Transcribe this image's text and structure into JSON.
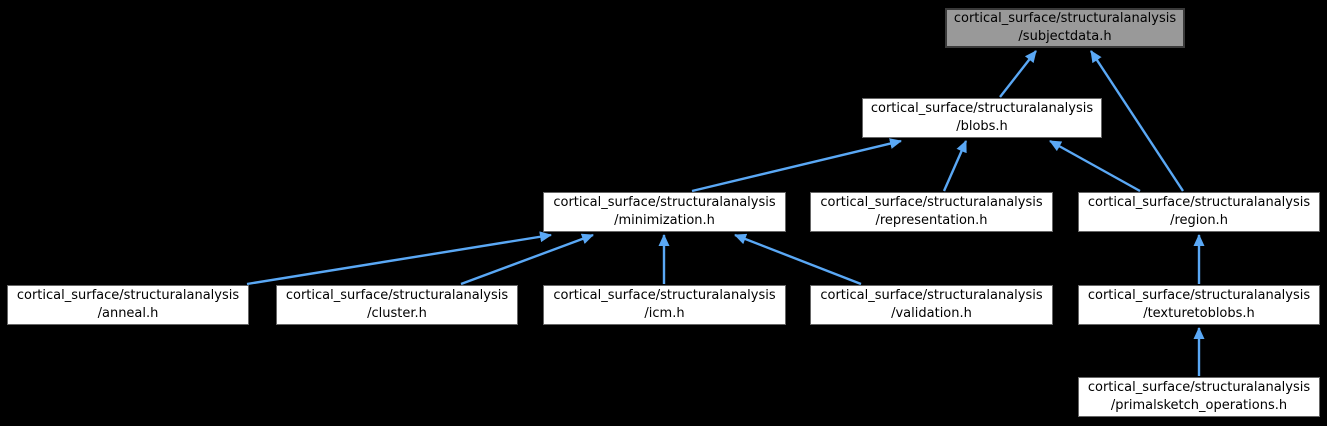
{
  "diagram": {
    "type": "include-dependency-graph",
    "background_color": "#000000",
    "edge_color": "#5aa8f5",
    "node_fill": "#ffffff",
    "node_border": "#666666",
    "highlighted_node_fill": "#999999",
    "highlighted_node_border": "#3a3a3a",
    "text_color": "#000000"
  },
  "nodes": [
    {
      "id": "subjectdata",
      "line1": "cortical_surface/structuralanalysis",
      "line2": "/subjectdata.h",
      "highlighted": true
    },
    {
      "id": "blobs",
      "line1": "cortical_surface/structuralanalysis",
      "line2": "/blobs.h",
      "highlighted": false
    },
    {
      "id": "minimization",
      "line1": "cortical_surface/structuralanalysis",
      "line2": "/minimization.h",
      "highlighted": false
    },
    {
      "id": "representation",
      "line1": "cortical_surface/structuralanalysis",
      "line2": "/representation.h",
      "highlighted": false
    },
    {
      "id": "region",
      "line1": "cortical_surface/structuralanalysis",
      "line2": "/region.h",
      "highlighted": false
    },
    {
      "id": "anneal",
      "line1": "cortical_surface/structuralanalysis",
      "line2": "/anneal.h",
      "highlighted": false
    },
    {
      "id": "cluster",
      "line1": "cortical_surface/structuralanalysis",
      "line2": "/cluster.h",
      "highlighted": false
    },
    {
      "id": "icm",
      "line1": "cortical_surface/structuralanalysis",
      "line2": "/icm.h",
      "highlighted": false
    },
    {
      "id": "validation",
      "line1": "cortical_surface/structuralanalysis",
      "line2": "/validation.h",
      "highlighted": false
    },
    {
      "id": "texturetoblobs",
      "line1": "cortical_surface/structuralanalysis",
      "line2": "/texturetoblobs.h",
      "highlighted": false
    },
    {
      "id": "primalsketch_operations",
      "line1": "cortical_surface/structuralanalysis",
      "line2": "/primalsketch_operations.h",
      "highlighted": false
    }
  ],
  "edges": [
    {
      "from": "blobs",
      "to": "subjectdata"
    },
    {
      "from": "region",
      "to": "subjectdata"
    },
    {
      "from": "minimization",
      "to": "blobs"
    },
    {
      "from": "representation",
      "to": "blobs"
    },
    {
      "from": "region",
      "to": "blobs"
    },
    {
      "from": "anneal",
      "to": "minimization"
    },
    {
      "from": "cluster",
      "to": "minimization"
    },
    {
      "from": "icm",
      "to": "minimization"
    },
    {
      "from": "validation",
      "to": "minimization"
    },
    {
      "from": "texturetoblobs",
      "to": "region"
    },
    {
      "from": "primalsketch_operations",
      "to": "texturetoblobs"
    }
  ]
}
